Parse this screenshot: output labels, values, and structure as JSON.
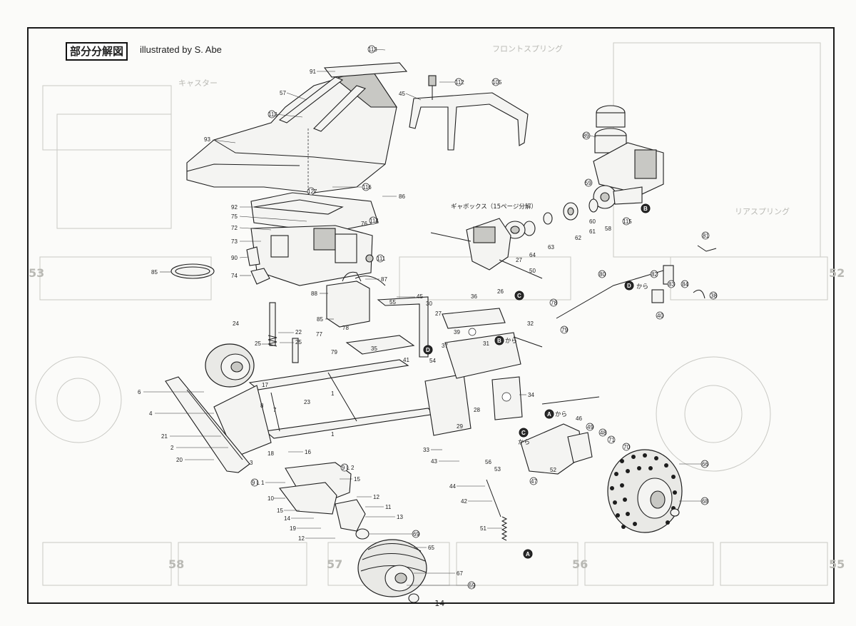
{
  "header": {
    "title": "部分分解図",
    "credit": "illustrated by S. Abe"
  },
  "page_number": "−14−",
  "callouts": {
    "gearbox": "ギャボックス（15ページ分解）"
  },
  "ref_markers": {
    "A": "A",
    "B": "B",
    "C": "C",
    "D": "D",
    "A_from": "から",
    "B_from": "から",
    "C_from": "から",
    "D_from": "から"
  },
  "part_labels": {
    "p113a": "113",
    "p91": "91",
    "p57": "57",
    "p113b": "113",
    "p93": "93",
    "p112": "112",
    "p105": "105",
    "p45a": "45",
    "p89": "89",
    "p59": "59",
    "p127": "127",
    "p116": "116",
    "p86": "86",
    "p92": "92",
    "p114": "114",
    "p75": "75",
    "p72": "72",
    "p73": "73",
    "p76": "76",
    "p90": "90",
    "p111": "111",
    "p85a": "85",
    "p74": "74",
    "p87": "87",
    "p88": "88",
    "p45b": "45",
    "p24": "24",
    "p22": "22",
    "p77": "77",
    "p85b": "85",
    "p78": "78",
    "p55": "55",
    "p25a": "25",
    "p25b": "25",
    "p79": "79",
    "p35": "35",
    "p41": "41",
    "p30": "30",
    "p36": "36",
    "p39": "39",
    "p37": "37",
    "p31": "31",
    "p32": "32",
    "p54": "54",
    "p27a": "27",
    "p27b": "27",
    "p26": "26",
    "p64": "64",
    "p63": "63",
    "p62": "62",
    "p60": "60",
    "p61": "61",
    "p58": "58",
    "p115": "115",
    "p50": "50",
    "p81": "81",
    "p80": "80",
    "p82": "82",
    "p83": "83",
    "p84": "84",
    "p38": "38",
    "p40": "40",
    "p78b": "78",
    "p79b": "79",
    "p6": "6",
    "p17": "17",
    "p4": "4",
    "p8": "8",
    "p7": "7",
    "p23": "23",
    "p1a": "1",
    "p1b": "1",
    "p21": "21",
    "p2": "2",
    "p20": "20",
    "p3": "3",
    "p18": "18",
    "p16": "16",
    "p28": "28",
    "p34": "34",
    "p29": "29",
    "p46": "46",
    "p49": "49",
    "p48": "48",
    "p71": "71",
    "p70": "70",
    "p33": "33",
    "p43": "43",
    "p56": "56",
    "p53": "53",
    "p52": "52",
    "p47": "47",
    "p66": "66",
    "p68": "68",
    "p9L2": "9 L 2",
    "p15a": "15",
    "p9L1": "9 L 1",
    "p10": "10",
    "p12a": "12",
    "p11": "11",
    "p15b": "15",
    "p14": "14",
    "p13": "13",
    "p19": "19",
    "p12b": "12",
    "p44": "44",
    "p42": "42",
    "p51": "51",
    "p69a": "69",
    "p65": "65",
    "p67": "67",
    "p69b": "69"
  },
  "background_ghost_text": {
    "front_spring": "フロントスプリング",
    "rear_spring": "リアスプリング",
    "caster": "キャスター",
    "page_58": "58",
    "page_57": "57",
    "page_56": "56",
    "page_55": "55",
    "page_52": "52",
    "page_53": "53"
  },
  "colors": {
    "ink": "#1d1d1d",
    "paper": "#fbfbf9",
    "ghost": "#c9c9c4"
  }
}
